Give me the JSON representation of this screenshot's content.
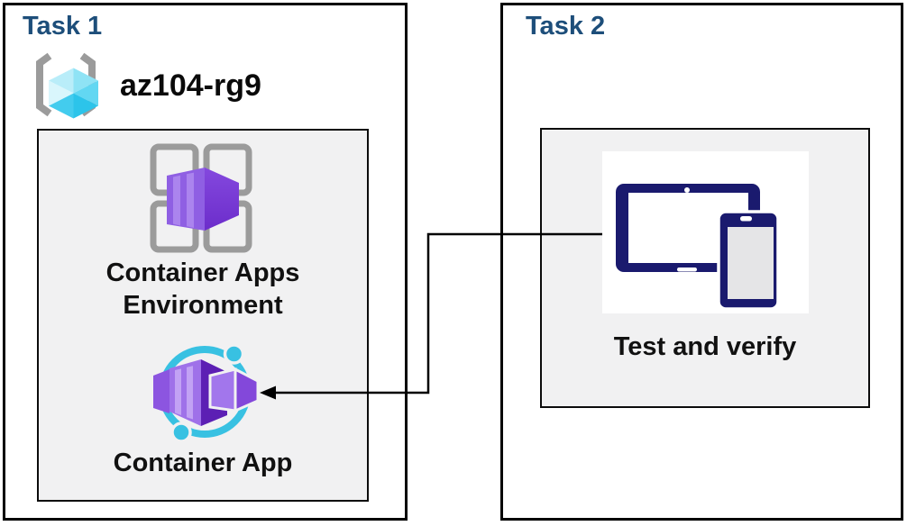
{
  "diagram": {
    "task1": {
      "title": "Task 1",
      "resource_group_name": "az104-rg9",
      "environment_label": [
        "Container Apps",
        "Environment"
      ],
      "app_label": "Container App"
    },
    "task2": {
      "title": "Task 2",
      "verify_label": "Test and verify"
    },
    "connector": {
      "from": "Test and verify",
      "to": "Container App",
      "type": "elbow-arrow"
    },
    "icons": {
      "resource_group": "resource-group-icon",
      "environment": "container-apps-environment-icon",
      "app": "container-app-icon",
      "devices": "devices-icon"
    },
    "colors": {
      "title_blue": "#1d4e7a",
      "border_black": "#000000",
      "panel_gray": "#f1f1f2",
      "device_navy": "#1a1a6e",
      "icon_frame_gray": "#9b9b9b",
      "purple_front": "#8f5fe3",
      "purple_stripe": "#ab84ee",
      "purple_dark": "#6b28c5",
      "cyan_ring": "#38c1e2",
      "rg_cube_cyan": "#43ccee"
    }
  }
}
